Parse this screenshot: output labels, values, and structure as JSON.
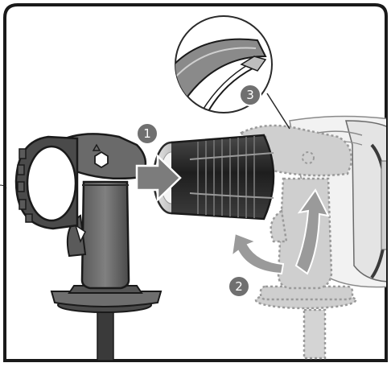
{
  "figure": {
    "steps": [
      {
        "label": "1",
        "action": "push-in"
      },
      {
        "label": "2",
        "action": "rotate-up"
      },
      {
        "label": "3",
        "action": "click-detail"
      }
    ],
    "colors": {
      "frame": "#1a1a1a",
      "part_dark": "#3a3a3a",
      "part_mid": "#6e6e6e",
      "part_light": "#bdbdbd",
      "ghost": "#c8c8c8",
      "ghost_outline": "#9a9a9a",
      "arrow": "#8a8a8a",
      "badge": "#707070"
    },
    "icons": [
      "right-arrow-icon",
      "rotate-arrow-icon",
      "magnifier-callout"
    ]
  }
}
